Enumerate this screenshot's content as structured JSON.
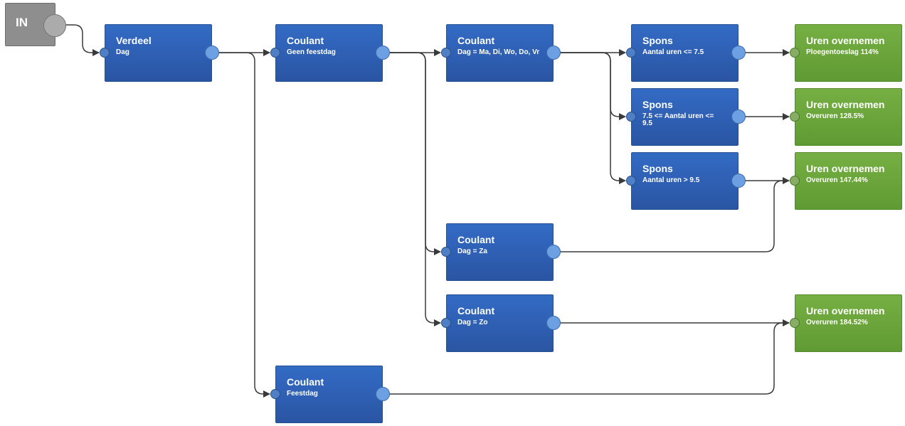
{
  "nodes": {
    "in": {
      "title": "IN"
    },
    "verdeel": {
      "title": "Verdeel",
      "sub": "Dag"
    },
    "geen_feestdag": {
      "title": "Coulant",
      "sub": "Geen feestdag"
    },
    "feestdag": {
      "title": "Coulant",
      "sub": "Feestdag"
    },
    "werkdag": {
      "title": "Coulant",
      "sub": "Dag = Ma, Di, Wo, Do, Vr"
    },
    "zaterdag": {
      "title": "Coulant",
      "sub": "Dag = Za"
    },
    "zondag": {
      "title": "Coulant",
      "sub": "Dag = Zo"
    },
    "spons1": {
      "title": "Spons",
      "sub": "Aantal uren <= 7.5"
    },
    "spons2": {
      "title": "Spons",
      "sub": "7.5 <= Aantal uren <= 9.5"
    },
    "spons3": {
      "title": "Spons",
      "sub": "Aantal uren > 9.5"
    },
    "uren1": {
      "title": "Uren overnemen",
      "sub": "Ploegentoeslag 114%"
    },
    "uren2": {
      "title": "Uren overnemen",
      "sub": "Overuren 128.5%"
    },
    "uren3": {
      "title": "Uren overnemen",
      "sub": "Overuren 147.44%"
    },
    "uren4": {
      "title": "Uren overnemen",
      "sub": "Overuren 184.52%"
    }
  },
  "colors": {
    "process_node": "#2f5fb3",
    "output_node": "#6aa53a",
    "input_node": "#8e8e8e",
    "connector": "#3a3a3a"
  }
}
